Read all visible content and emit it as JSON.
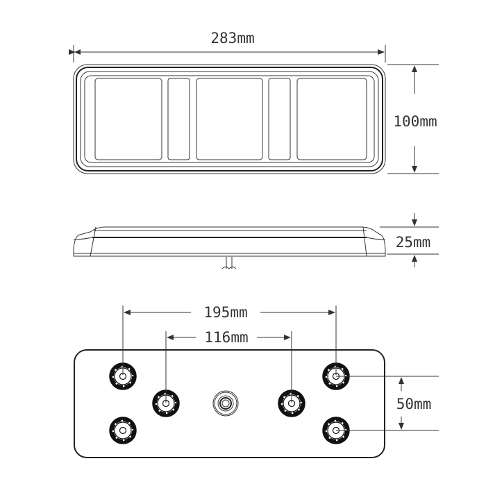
{
  "dimensions": {
    "length": "283mm",
    "height": "100mm",
    "depth": "25mm",
    "outer_mount_spacing": "195mm",
    "inner_mount_spacing": "116mm",
    "vertical_mount_spacing": "50mm"
  },
  "colors": {
    "line": "#333333",
    "background": "#ffffff"
  }
}
